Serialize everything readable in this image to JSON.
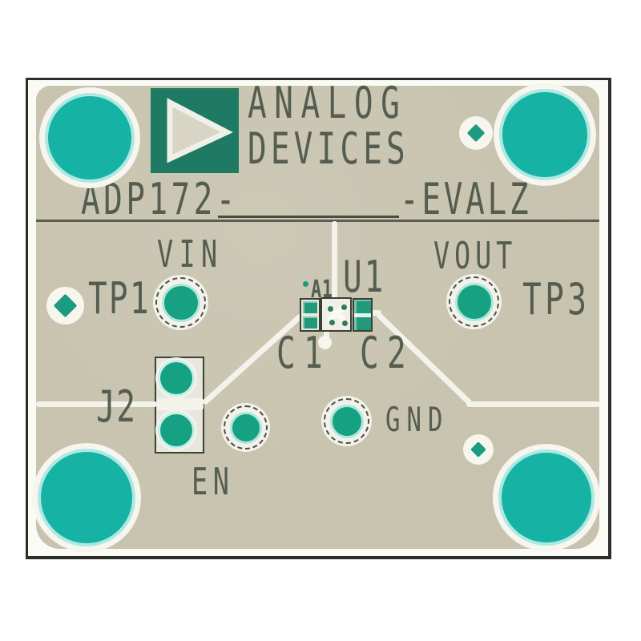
{
  "image_type": "pcb-evaluation-board-photo",
  "branding": {
    "line1": "ANALOG",
    "line2": "DEVICES",
    "logo_icon": "analog-devices-triangle-logo"
  },
  "board_title": {
    "prefix": "ADP172-",
    "suffix": "-EVALZ"
  },
  "labels": {
    "vin": "VIN",
    "vout": "VOUT",
    "tp1": "TP1",
    "tp3": "TP3",
    "gnd": "GND",
    "en": "EN",
    "j2": "J2",
    "u1": "U1",
    "a1": "A1",
    "c1": "C1",
    "c2": "C2"
  },
  "colors": {
    "board_substrate": "#c9c5b1",
    "silkscreen": "#4b5548",
    "pad_teal": "#17a183",
    "mounting_hole_teal": "#16b2a4",
    "logo_green": "#1e7a62",
    "trace_white": "#f4f3eb",
    "frame_dark": "#2c2f29"
  }
}
